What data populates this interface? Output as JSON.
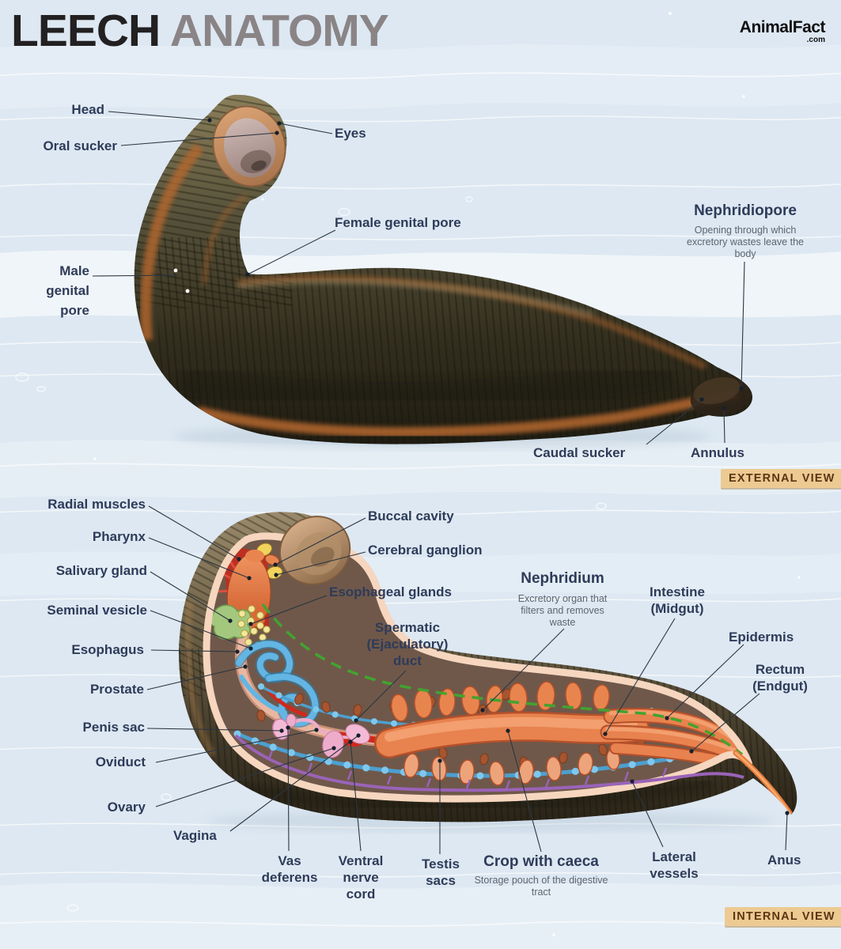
{
  "header": {
    "title_primary": "LEECH",
    "title_secondary": "ANATOMY",
    "logo": "AnimalFact",
    "logo_tld": ".com"
  },
  "external": {
    "badge": "EXTERNAL VIEW",
    "labels": {
      "head": "Head",
      "oral_sucker": "Oral sucker",
      "eyes": "Eyes",
      "female_genital_pore": "Female genital pore",
      "male_genital_pore": "Male genital pore",
      "nephridiopore": {
        "title": "Nephridiopore",
        "desc": "Opening through which excretory wastes leave the body"
      },
      "caudal_sucker": "Caudal sucker",
      "annulus": "Annulus"
    }
  },
  "internal": {
    "badge": "INTERNAL VIEW",
    "labels": {
      "radial_muscles": "Radial muscles",
      "pharynx": "Pharynx",
      "salivary_gland": "Salivary gland",
      "seminal_vesicle": "Seminal vesicle",
      "esophagus": "Esophagus",
      "prostate": "Prostate",
      "penis_sac": "Penis sac",
      "oviduct": "Oviduct",
      "ovary": "Ovary",
      "vagina": "Vagina",
      "buccal_cavity": "Buccal cavity",
      "cerebral_ganglion": "Cerebral ganglion",
      "esophageal_glands": "Esophageal glands",
      "spermatic_duct": "Spermatic (Ejaculatory) duct",
      "nephridium": {
        "title": "Nephridium",
        "desc": "Excretory organ that filters and removes waste"
      },
      "intestine": "Intestine (Midgut)",
      "epidermis": "Epidermis",
      "rectum": "Rectum (Endgut)",
      "vas_deferens": "Vas deferens",
      "ventral_nerve_cord": "Ventral nerve cord",
      "testis_sacs": "Testis sacs",
      "crop": {
        "title": "Crop with caeca",
        "desc": "Storage pouch of the digestive tract"
      },
      "lateral_vessels": "Lateral vessels",
      "anus": "Anus"
    }
  },
  "colors": {
    "label": "#2e3b59",
    "desc": "#5c6571",
    "line": "#2c3540",
    "badge-bg": "#ecca92",
    "badge-text": "#5a3513",
    "title1": "#232021",
    "title2": "#8a8486",
    "bg": "#dde8f2"
  }
}
